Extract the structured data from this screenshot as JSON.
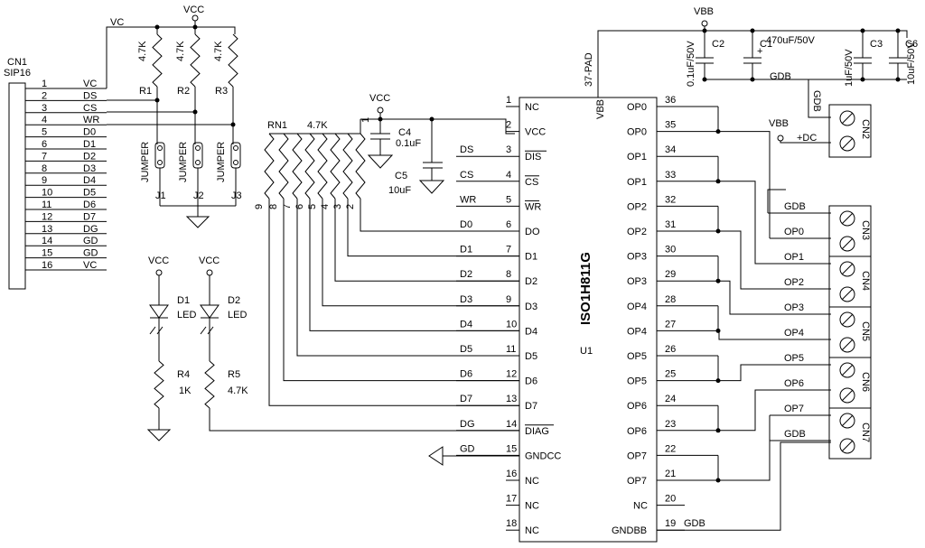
{
  "cn1": {
    "name": "CN1",
    "type": "SIP16",
    "pins": [
      {
        "num": "1",
        "net": "VC"
      },
      {
        "num": "2",
        "net": "DS"
      },
      {
        "num": "3",
        "net": "CS"
      },
      {
        "num": "4",
        "net": "WR"
      },
      {
        "num": "5",
        "net": "D0"
      },
      {
        "num": "6",
        "net": "D1"
      },
      {
        "num": "7",
        "net": "D2"
      },
      {
        "num": "8",
        "net": "D3"
      },
      {
        "num": "9",
        "net": "D4"
      },
      {
        "num": "10",
        "net": "D5"
      },
      {
        "num": "11",
        "net": "D6"
      },
      {
        "num": "12",
        "net": "D7"
      },
      {
        "num": "13",
        "net": "DG"
      },
      {
        "num": "14",
        "net": "GD"
      },
      {
        "num": "15",
        "net": "GD"
      },
      {
        "num": "16",
        "net": "VC"
      }
    ]
  },
  "vc_label": "VC",
  "vcc": "VCC",
  "vbb": "VBB",
  "pullups": [
    {
      "ref": "R1",
      "value": "4.7K"
    },
    {
      "ref": "R2",
      "value": "4.7K"
    },
    {
      "ref": "R3",
      "value": "4.7K"
    }
  ],
  "jumpers": [
    {
      "ref": "J1",
      "label": "JUMPER"
    },
    {
      "ref": "J2",
      "label": "JUMPER"
    },
    {
      "ref": "J3",
      "label": "JUMPER"
    }
  ],
  "rn1": {
    "ref": "RN1",
    "value": "4.7K",
    "pins": [
      "9",
      "8",
      "7",
      "6",
      "5",
      "4",
      "3",
      "2",
      "1"
    ]
  },
  "c4": {
    "ref": "C4",
    "value": "0.1uF"
  },
  "c5": {
    "ref": "C5",
    "value": "10uF"
  },
  "leds": [
    {
      "ref": "D1",
      "label": "LED"
    },
    {
      "ref": "D2",
      "label": "LED"
    }
  ],
  "r4": {
    "ref": "R4",
    "value": "1K"
  },
  "r5": {
    "ref": "R5",
    "value": "4.7K"
  },
  "u1": {
    "ref": "U1",
    "part": "ISO1H811G",
    "left": [
      {
        "num": "1",
        "name": "NC",
        "net": ""
      },
      {
        "num": "2",
        "name": "VCC",
        "net": ""
      },
      {
        "num": "3",
        "name": "DIS",
        "net": "DS"
      },
      {
        "num": "4",
        "name": "CS",
        "net": "CS"
      },
      {
        "num": "5",
        "name": "WR",
        "net": "WR"
      },
      {
        "num": "6",
        "name": "DO",
        "net": "D0"
      },
      {
        "num": "7",
        "name": "D1",
        "net": "D1"
      },
      {
        "num": "8",
        "name": "D2",
        "net": "D2"
      },
      {
        "num": "9",
        "name": "D3",
        "net": "D3"
      },
      {
        "num": "10",
        "name": "D4",
        "net": "D4"
      },
      {
        "num": "11",
        "name": "D5",
        "net": "D5"
      },
      {
        "num": "12",
        "name": "D6",
        "net": "D6"
      },
      {
        "num": "13",
        "name": "D7",
        "net": "D7"
      },
      {
        "num": "14",
        "name": "DIAG",
        "net": "DG"
      },
      {
        "num": "15",
        "name": "GNDCC",
        "net": "GD"
      },
      {
        "num": "16",
        "name": "NC",
        "net": ""
      },
      {
        "num": "17",
        "name": "NC",
        "net": ""
      },
      {
        "num": "18",
        "name": "NC",
        "net": ""
      }
    ],
    "right": [
      {
        "num": "36",
        "name": "OP0"
      },
      {
        "num": "35",
        "name": "OP0"
      },
      {
        "num": "34",
        "name": "OP1"
      },
      {
        "num": "33",
        "name": "OP1"
      },
      {
        "num": "32",
        "name": "OP2"
      },
      {
        "num": "31",
        "name": "OP2"
      },
      {
        "num": "30",
        "name": "OP3"
      },
      {
        "num": "29",
        "name": "OP3"
      },
      {
        "num": "28",
        "name": "OP4"
      },
      {
        "num": "27",
        "name": "OP4"
      },
      {
        "num": "26",
        "name": "OP5"
      },
      {
        "num": "25",
        "name": "OP5"
      },
      {
        "num": "24",
        "name": "OP6"
      },
      {
        "num": "23",
        "name": "OP6"
      },
      {
        "num": "22",
        "name": "OP7"
      },
      {
        "num": "21",
        "name": "OP7"
      },
      {
        "num": "20",
        "name": "NC"
      },
      {
        "num": "19",
        "name": "GNDBB"
      }
    ],
    "pad_num": "37-PAD",
    "pad_name": "VBB",
    "gnd_net": "GDB"
  },
  "caps_top": [
    {
      "ref": "C2",
      "value": "0.1uF/50V"
    },
    {
      "ref": "C1",
      "value": "470uF/50V"
    },
    {
      "ref": "C3",
      "value": "1uF/50V"
    },
    {
      "ref": "C6",
      "value": "10uF/50V"
    }
  ],
  "gdb": "GDB",
  "cn2": {
    "ref": "CN2",
    "net1": "GDB",
    "net2": "+DC"
  },
  "out_connectors": [
    {
      "ref": "CN3",
      "top": "GDB",
      "bot": "OP0"
    },
    {
      "ref": "CN4",
      "top": "OP1",
      "bot": "OP2"
    },
    {
      "ref": "CN5",
      "top": "OP3",
      "bot": "OP4"
    },
    {
      "ref": "CN6",
      "top": "OP5",
      "bot": "OP6"
    },
    {
      "ref": "CN7",
      "top": "OP7",
      "bot": "GDB"
    }
  ]
}
